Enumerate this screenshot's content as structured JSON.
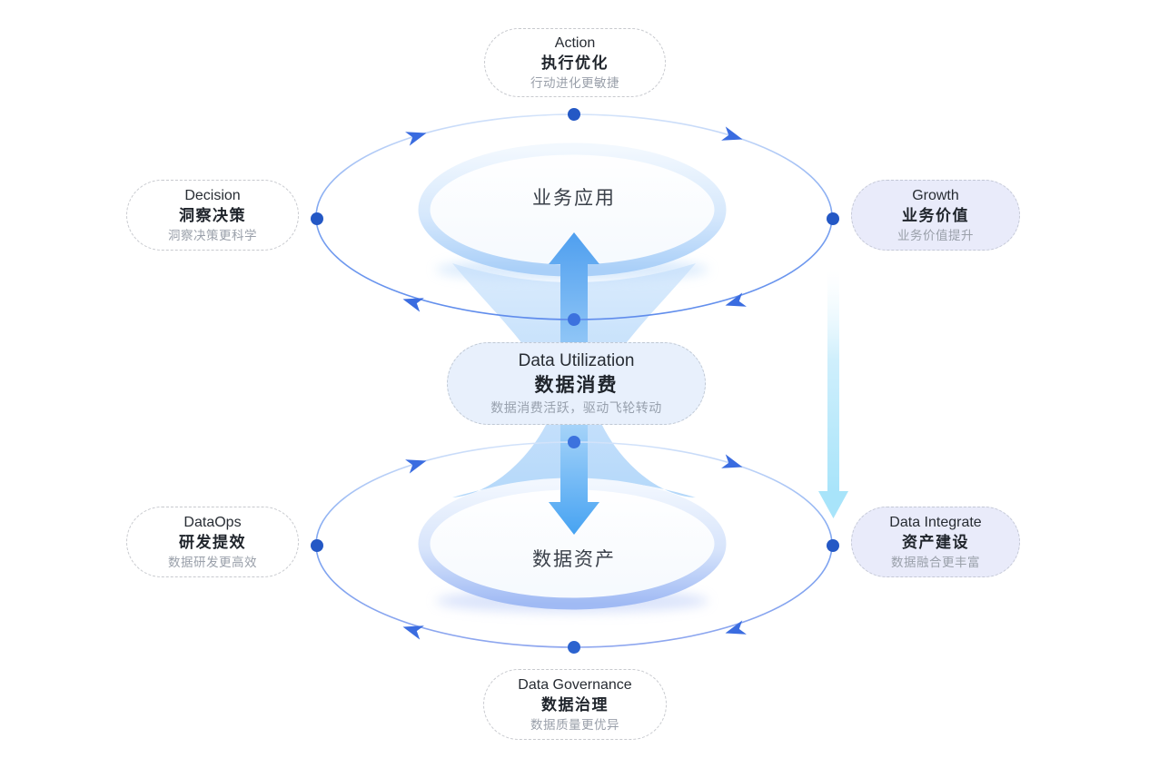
{
  "hubs": {
    "top": "业务应用",
    "bottom": "数据资产"
  },
  "center": {
    "en": "Data Utilization",
    "zh": "数据消费",
    "desc": "数据消费活跃，驱动飞轮转动"
  },
  "nodes": {
    "action": {
      "en": "Action",
      "zh": "执行优化",
      "desc": "行动进化更敏捷"
    },
    "decision": {
      "en": "Decision",
      "zh": "洞察决策",
      "desc": "洞察决策更科学"
    },
    "growth": {
      "en": "Growth",
      "zh": "业务价值",
      "desc": "业务价值提升"
    },
    "dataops": {
      "en": "DataOps",
      "zh": "研发提效",
      "desc": "数据研发更高效"
    },
    "integrate": {
      "en": "Data Integrate",
      "zh": "资产建设",
      "desc": "数据融合更丰富"
    },
    "governance": {
      "en": "Data Governance",
      "zh": "数据治理",
      "desc": "数据质量更优异"
    }
  },
  "colors": {
    "rotation_arrow_blue": "#3a6ce0",
    "dot_dark_blue": "#2458c5",
    "dot_mid_blue": "#3c72de",
    "funnel_light_blue": "#c8e2fb",
    "flow_arrow_blue": "#55a4f1",
    "value_arrow_cyan": "#a8e4fa",
    "node_fill_lavender": "#e9ebfa",
    "center_fill_blue": "#e8f0fc"
  }
}
